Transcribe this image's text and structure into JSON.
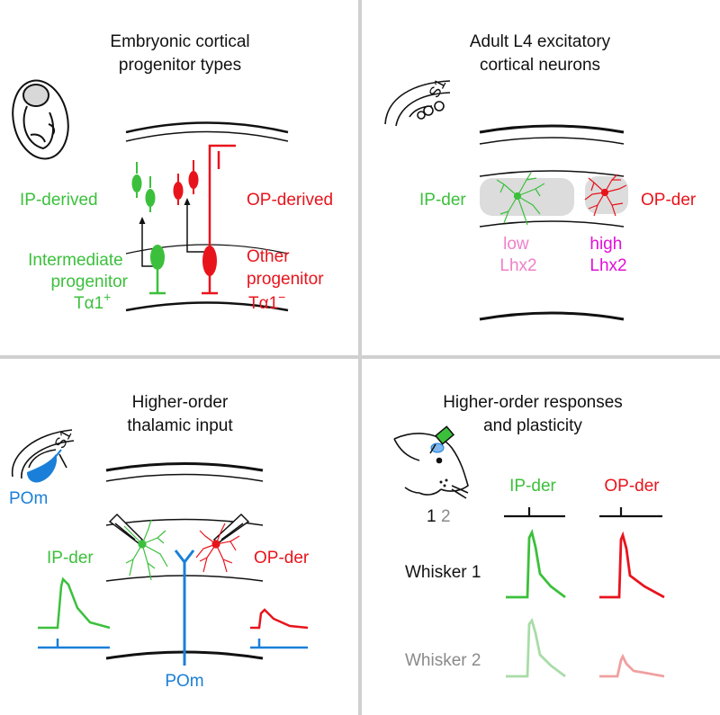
{
  "colors": {
    "ip": "#3cc03c",
    "op": "#e8141c",
    "pom": "#1a7fd8",
    "low_lhx2": "#f080c8",
    "high_lhx2": "#e010d8",
    "whisker2_text": "#8a8a8a",
    "ip_faded": "#a8dca8",
    "op_faded": "#f0a0a0",
    "divider": "#d0d0d0",
    "gray_zone": "#dcdcdc"
  },
  "panel_tl": {
    "title_line1": "Embryonic cortical",
    "title_line2": "progenitor types",
    "ip_derived": "IP-derived",
    "op_derived": "OP-derived",
    "ip_prog_line1": "Intermediate",
    "ip_prog_line2": "progenitor",
    "ip_prog_line3": "Tα1",
    "ip_prog_sup": "+",
    "op_prog_line1": "Other",
    "op_prog_line2": "progenitor",
    "op_prog_line3": "Tα1",
    "op_prog_sup": "−"
  },
  "panel_tr": {
    "title_line1": "Adult L4 excitatory",
    "title_line2": "cortical neurons",
    "s1": "S1",
    "ip_der": "IP-der",
    "op_der": "OP-der",
    "low_line1": "low",
    "low_line2": "Lhx2",
    "high_line1": "high",
    "high_line2": "Lhx2"
  },
  "panel_bl": {
    "title_line1": "Higher-order",
    "title_line2": "thalamic input",
    "s1": "S1",
    "pom_top": "POm",
    "ip_der": "IP-der",
    "op_der": "OP-der",
    "pom_bottom": "POm"
  },
  "panel_br": {
    "title_line1": "Higher-order responses",
    "title_line2": "and plasticity",
    "ip_der": "IP-der",
    "op_der": "OP-der",
    "whisker_num1": "1",
    "whisker_num2": "2",
    "whisker1": "Whisker 1",
    "whisker2": "Whisker 2"
  }
}
